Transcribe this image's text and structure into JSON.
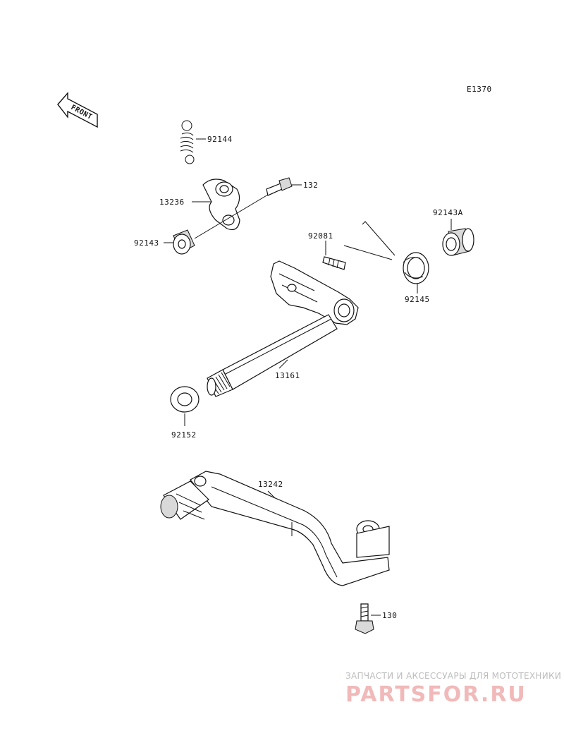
{
  "diagram_code": "E1370",
  "front_label": "FRONT",
  "parts": {
    "spring_top": "92144",
    "bolt_132": "132",
    "arm_13236": "13236",
    "collar_92143": "92143",
    "pin_92081": "92081",
    "spring_92145": "92145",
    "collar_92143A": "92143A",
    "shaft_13161": "13161",
    "washer_92152": "92152",
    "pedal_13242": "13242",
    "bolt_130": "130"
  },
  "watermark": {
    "subtitle": "ЗАПЧАСТИ И АКСЕССУАРЫ ДЛЯ МОТОТЕХНИКИ",
    "logo": "PARTSFOR.RU"
  }
}
